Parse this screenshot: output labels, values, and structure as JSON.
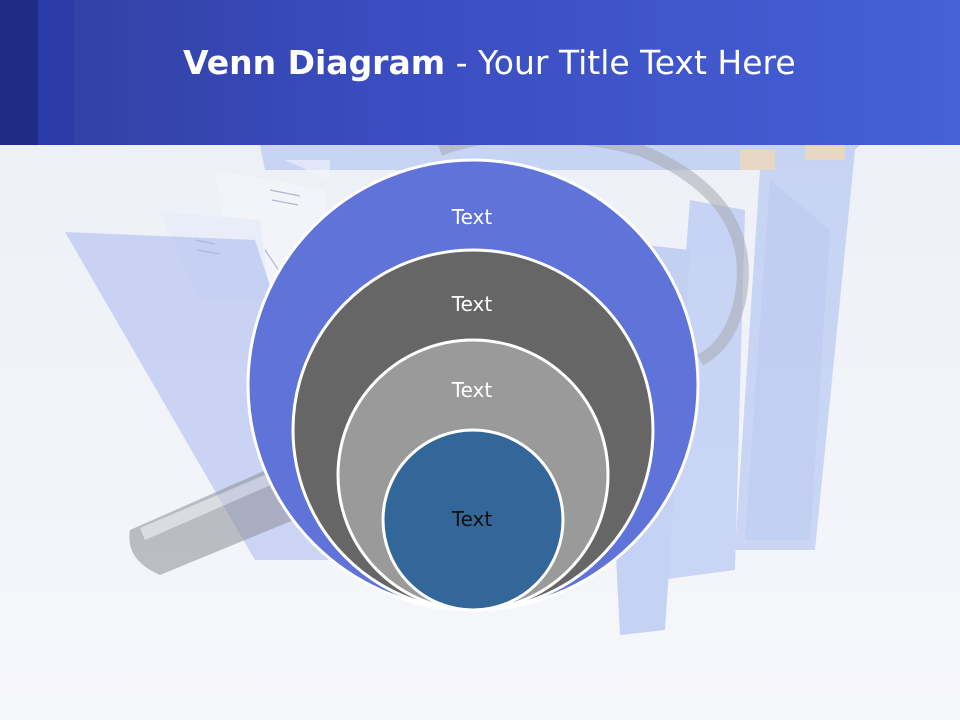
{
  "slide": {
    "title_bold": "Venn Diagram",
    "title_rest": " - Your Title Text Here"
  },
  "diagram": {
    "circles": [
      {
        "label": "Text",
        "fill": "#5f73d8",
        "text_color": "#ffffff"
      },
      {
        "label": "Text",
        "fill": "#666666",
        "text_color": "#ffffff"
      },
      {
        "label": "Text",
        "fill": "#9a9a9a",
        "text_color": "#ffffff"
      },
      {
        "label": "Text",
        "fill": "#336699",
        "text_color": "#111111"
      }
    ]
  },
  "background_image": {
    "depicts": "folders-with-magnifying-glass"
  }
}
